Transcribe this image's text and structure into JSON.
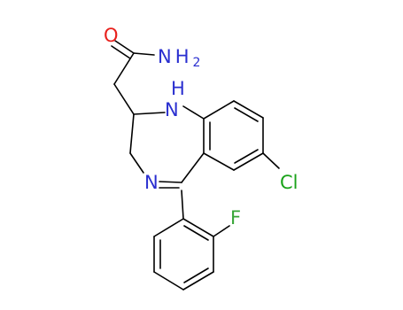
{
  "molecule": {
    "atoms": {
      "carbonyl_o": {
        "symbol": "O",
        "color": "#e8201c"
      },
      "amide_n": {
        "symbol": "N",
        "sub": "2",
        "prefix": "H",
        "color": "#2a2fd0"
      },
      "ring_nh": {
        "symbol": "H",
        "prefix": "N",
        "color": "#2a2fd0"
      },
      "imine_n": {
        "symbol": "N",
        "color": "#2a2fd0"
      },
      "chlorine": {
        "symbol": "Cl",
        "color": "#1aa21a"
      },
      "fluorine": {
        "symbol": "F",
        "color": "#37a637"
      }
    }
  }
}
